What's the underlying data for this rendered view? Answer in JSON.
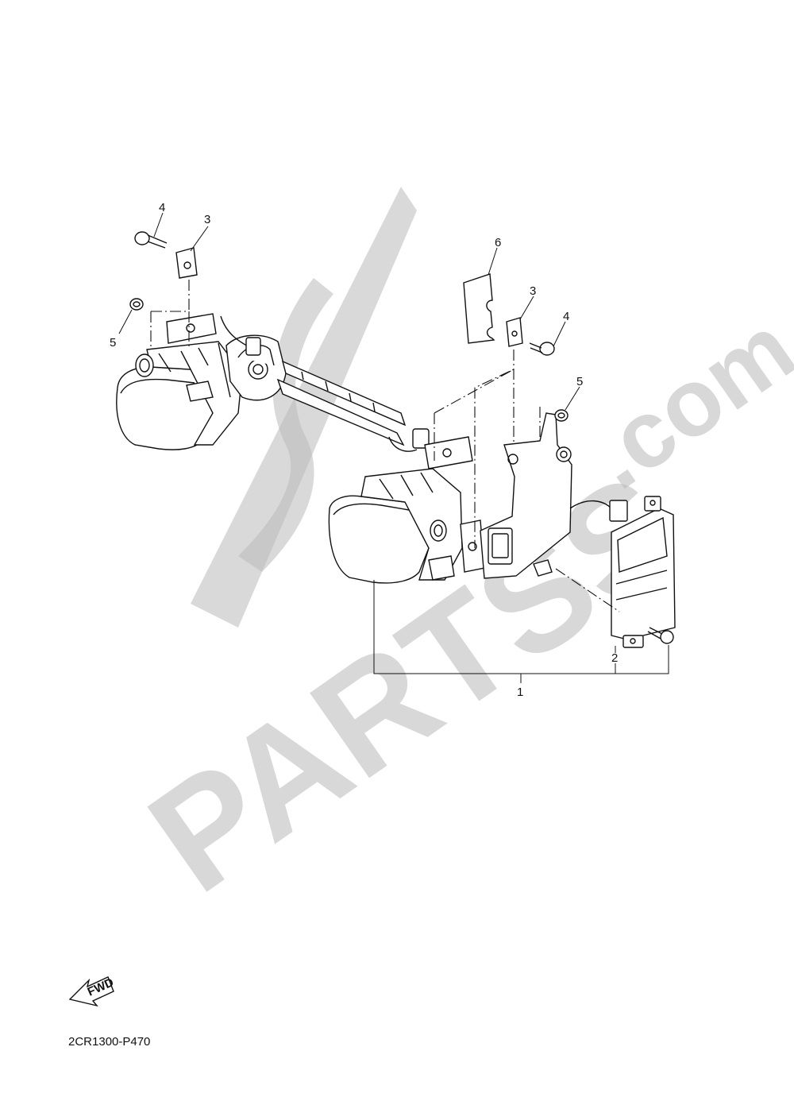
{
  "callouts": {
    "c1": "1",
    "c2": "2",
    "c3a": "3",
    "c3b": "3",
    "c4a": "4",
    "c4b": "4",
    "c5a": "5",
    "c5b": "5",
    "c6": "6"
  },
  "diagram_code": "2CR1300-P470",
  "fwd_label": "FWD",
  "watermark": {
    "main": "PARTSS",
    "suffix": ".com"
  }
}
